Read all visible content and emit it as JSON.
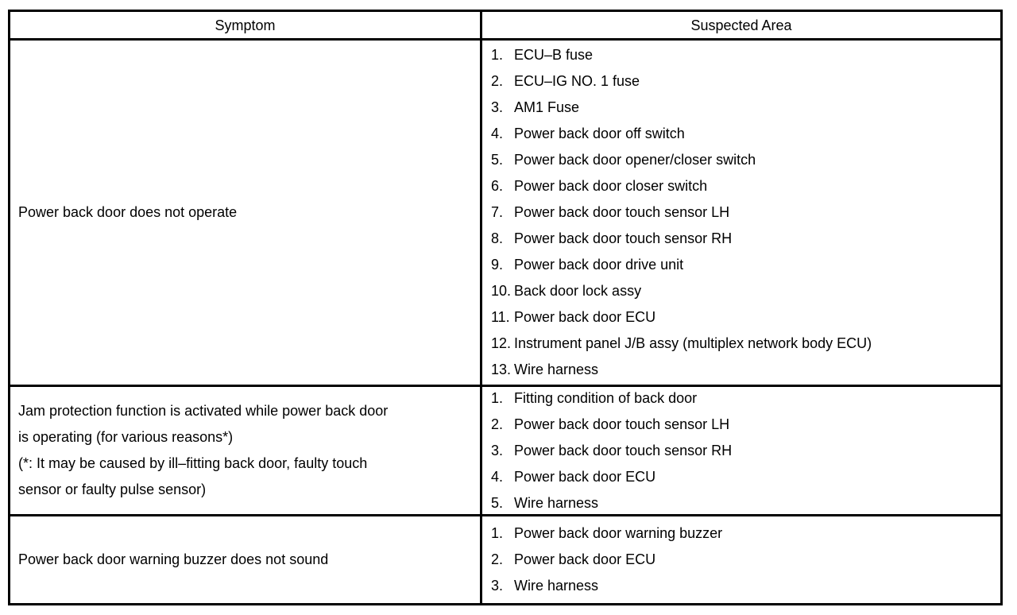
{
  "table": {
    "colors": {
      "border": "#000000",
      "text": "#000000",
      "background": "#ffffff"
    },
    "headers": {
      "symptom": "Symptom",
      "suspected_area": "Suspected Area"
    },
    "rows": [
      {
        "symptom": "Power back door does not operate",
        "suspected_areas": [
          {
            "num": "1.",
            "text": "ECU–B fuse"
          },
          {
            "num": "2.",
            "text": "ECU–IG NO. 1 fuse"
          },
          {
            "num": "3.",
            "text": "AM1 Fuse"
          },
          {
            "num": "4.",
            "text": "Power back door off switch"
          },
          {
            "num": "5.",
            "text": "Power back door opener/closer switch"
          },
          {
            "num": "6.",
            "text": "Power back door closer switch"
          },
          {
            "num": "7.",
            "text": "Power back door touch sensor LH"
          },
          {
            "num": "8.",
            "text": "Power back door touch sensor RH"
          },
          {
            "num": "9.",
            "text": "Power back door drive unit"
          },
          {
            "num": "10.",
            "text": "Back door lock assy"
          },
          {
            "num": "11.",
            "text": "Power back door ECU"
          },
          {
            "num": "12.",
            "text": "Instrument panel J/B assy (multiplex network body ECU)"
          },
          {
            "num": "13.",
            "text": "Wire harness"
          }
        ]
      },
      {
        "symptom_lines": [
          "Jam protection function is activated while power back door",
          "is operating (for various reasons*)",
          "(*: It may be caused by ill–fitting back door, faulty touch",
          "sensor or faulty pulse sensor)"
        ],
        "suspected_areas": [
          {
            "num": "1.",
            "text": "Fitting condition of back door"
          },
          {
            "num": "2.",
            "text": "Power back door touch sensor LH"
          },
          {
            "num": "3.",
            "text": "Power back door touch sensor RH"
          },
          {
            "num": "4.",
            "text": "Power back door ECU"
          },
          {
            "num": "5.",
            "text": "Wire harness"
          }
        ]
      },
      {
        "symptom": "Power back door warning buzzer does not sound",
        "suspected_areas": [
          {
            "num": "1.",
            "text": "Power back door warning buzzer"
          },
          {
            "num": "2.",
            "text": "Power back door ECU"
          },
          {
            "num": "3.",
            "text": "Wire harness"
          }
        ]
      }
    ]
  }
}
